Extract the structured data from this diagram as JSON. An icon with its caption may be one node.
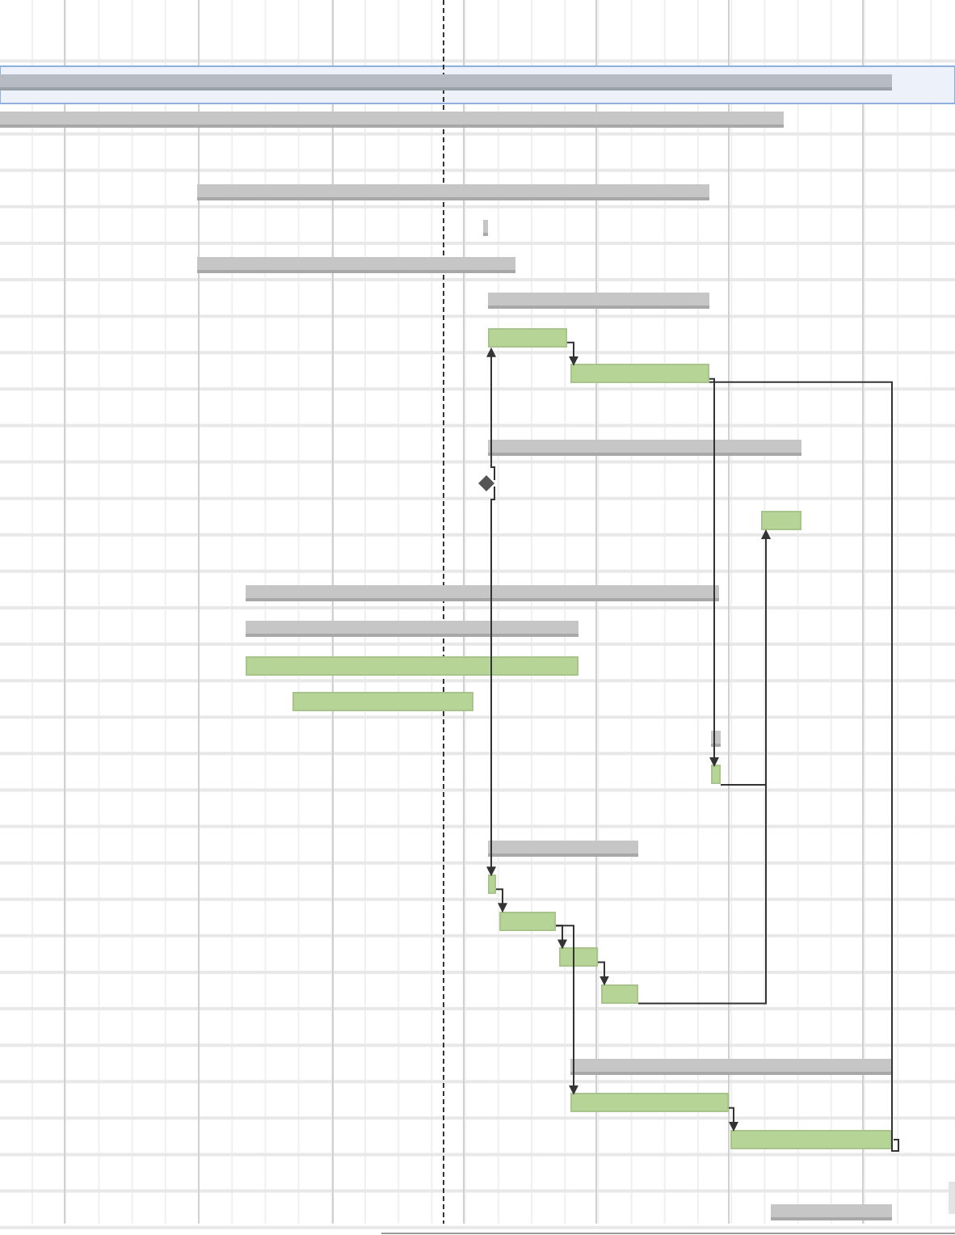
{
  "diagram": {
    "nodes": [
      {
        "text": [],
        "shape": "bar"
      },
      {
        "text": [],
        "shape": "bar"
      },
      {
        "text": [],
        "shape": "bar"
      },
      {
        "text": [],
        "shape": "bar"
      },
      {
        "text": [],
        "shape": "bar"
      },
      {
        "text": [],
        "shape": "bar"
      },
      {
        "text": [],
        "shape": "bar"
      },
      {
        "text": [],
        "shape": "bar"
      },
      {
        "text": [],
        "shape": "bar"
      },
      {
        "text": [],
        "shape": "diamond"
      },
      {
        "text": [],
        "shape": "bar"
      },
      {
        "text": [],
        "shape": "bar"
      },
      {
        "text": [],
        "shape": "bar"
      },
      {
        "text": [],
        "shape": "bar"
      },
      {
        "text": [],
        "shape": "bar"
      },
      {
        "text": [],
        "shape": "bar"
      },
      {
        "text": [],
        "shape": "bar"
      },
      {
        "text": [],
        "shape": "bar"
      },
      {
        "text": [],
        "shape": "bar"
      },
      {
        "text": [],
        "shape": "bar"
      },
      {
        "text": [],
        "shape": "bar"
      },
      {
        "text": [],
        "shape": "bar"
      },
      {
        "text": [],
        "shape": "bar"
      },
      {
        "text": [],
        "shape": "bar"
      },
      {
        "text": [],
        "shape": "bar"
      },
      {
        "text": [],
        "shape": "bar"
      }
    ],
    "edges": [
      {
        "from": 6,
        "to": 7,
        "arrow": "to"
      },
      {
        "from": 9,
        "to": 6,
        "arrow": "to"
      },
      {
        "from": 9,
        "to": 18,
        "arrow": "to"
      },
      {
        "from": 7,
        "to": 16,
        "arrow": "to"
      },
      {
        "from": 7,
        "to": 24,
        "arrow": "none"
      },
      {
        "from": 16,
        "to": 10,
        "arrow": "to"
      },
      {
        "from": 21,
        "to": 10,
        "arrow": "to"
      },
      {
        "from": 18,
        "to": 19,
        "arrow": "to"
      },
      {
        "from": 19,
        "to": 20,
        "arrow": "to"
      },
      {
        "from": 19,
        "to": 23,
        "arrow": "to"
      },
      {
        "from": 20,
        "to": 21,
        "arrow": "to"
      },
      {
        "from": 23,
        "to": 24,
        "arrow": "to"
      }
    ]
  }
}
